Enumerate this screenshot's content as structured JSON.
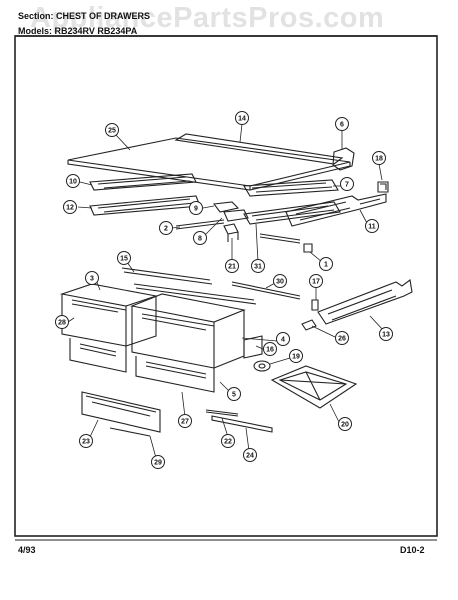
{
  "header": {
    "section_line": "Section: CHEST OF DRAWERS",
    "models_line": "Models: RB234RV RB234PA",
    "watermark": "AppliancePartsPros.com"
  },
  "footer": {
    "date": "4/93",
    "page": "D10-2"
  },
  "callouts": [
    "25",
    "14",
    "6",
    "18",
    "10",
    "7",
    "12",
    "9",
    "8",
    "11",
    "2",
    "21",
    "31",
    "1",
    "15",
    "3",
    "30",
    "17",
    "26",
    "28",
    "4",
    "16",
    "19",
    "13",
    "5",
    "27",
    "20",
    "22",
    "23",
    "29",
    "24"
  ]
}
